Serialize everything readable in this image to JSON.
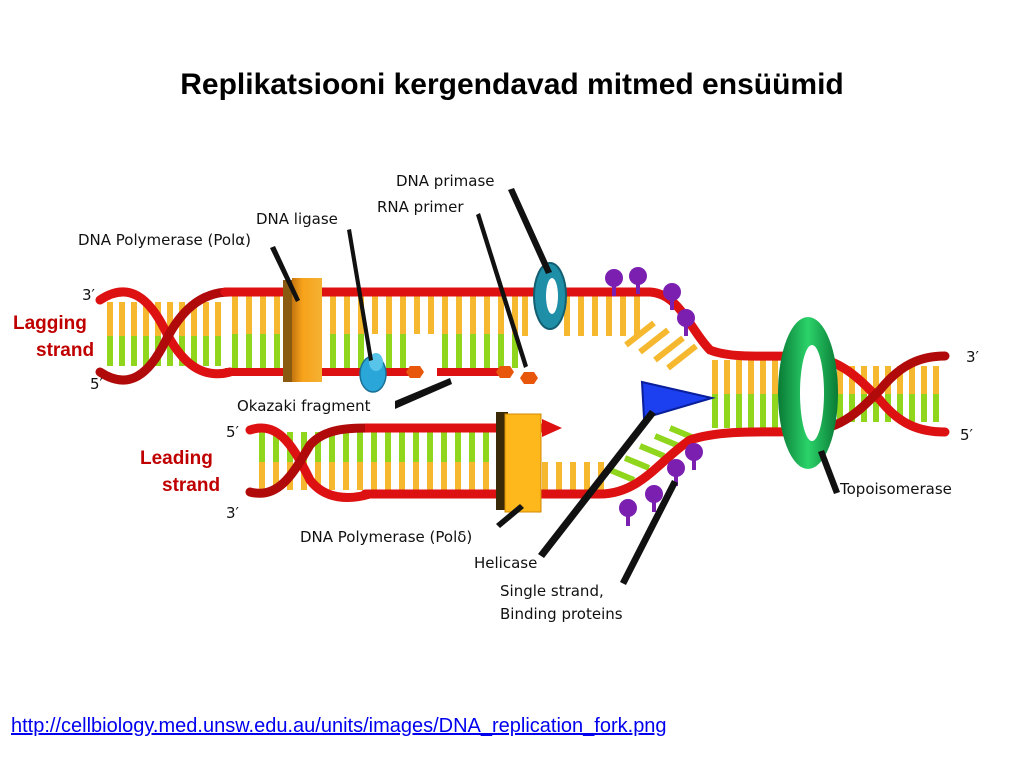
{
  "title": "Replikatsiooni kergendavad mitmed ensüümid",
  "source_url": "http://cellbiology.med.unsw.edu.au/units/images/DNA_replication_fork.png",
  "diagram": {
    "labels": {
      "dna_primase": "DNA primase",
      "rna_primer": "RNA primer",
      "dna_ligase": "DNA ligase",
      "polymerase_alpha": "DNA Polymerase (Polα)",
      "okazaki": "Okazaki fragment",
      "polymerase_delta": "DNA Polymerase (Polδ)",
      "helicase": "Helicase",
      "ssb_line1": "Single strand,",
      "ssb_line2": "Binding proteins",
      "topoisomerase": "Topoisomerase"
    },
    "strands": {
      "lagging_line1": "Lagging",
      "lagging_line2": "strand",
      "leading_line1": "Leading",
      "leading_line2": "strand"
    },
    "ends": {
      "lag_top": "3′",
      "lag_bottom": "5′",
      "lead_top": "5′",
      "lead_bottom": "3′",
      "right_top": "3′",
      "right_bottom": "5′"
    },
    "colors": {
      "backbone": "#dd1111",
      "base_yellow": "#f5b82e",
      "base_green": "#8fd61c",
      "polymerase": "#f7a21b",
      "topoisomerase": "#0fa34a",
      "primase": "#1f8fa8",
      "ligase": "#2aa7d8",
      "helicase": "#1c3ff0",
      "ssb": "#7a1fb0",
      "primer": "#e8560c"
    }
  }
}
